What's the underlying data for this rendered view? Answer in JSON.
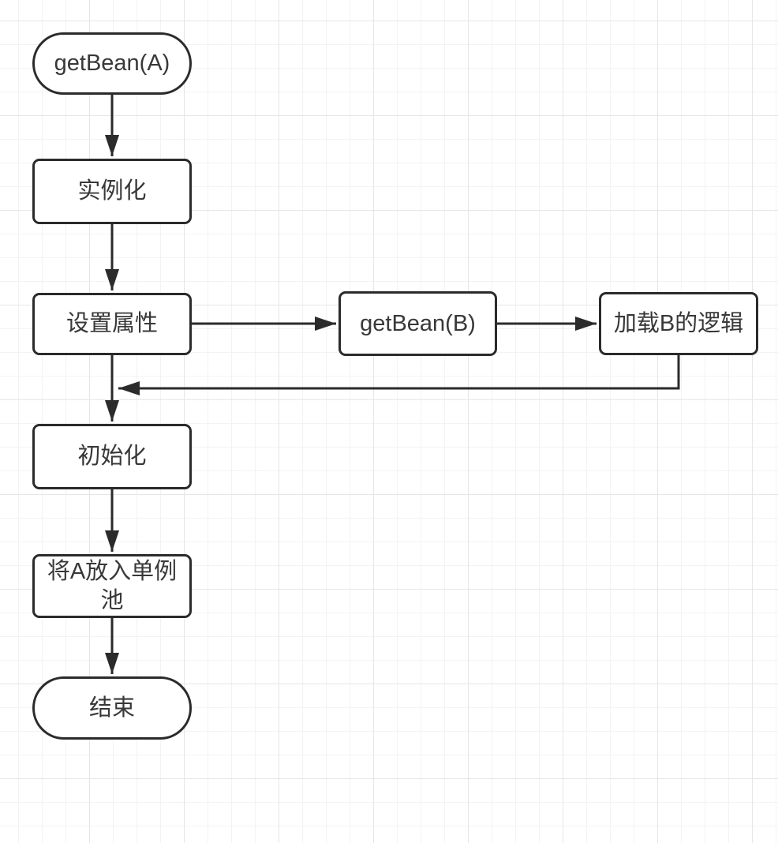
{
  "colors": {
    "background": "#ffffff",
    "grid_minor": "#f3f3f3",
    "grid_major": "#e6e6e6",
    "node_fill": "#ffffff",
    "node_border": "#2b2b2b",
    "text": "#383838",
    "edge": "#2b2b2b"
  },
  "diagram": {
    "type": "flowchart",
    "nodes": [
      {
        "id": "start",
        "label": "getBean(A)",
        "shape": "stadium"
      },
      {
        "id": "instantiate",
        "label": "实例化",
        "shape": "rect"
      },
      {
        "id": "set-properties",
        "label": "设置属性",
        "shape": "rect"
      },
      {
        "id": "getbean-b",
        "label": "getBean(B)",
        "shape": "rect"
      },
      {
        "id": "load-b-logic",
        "label": "加载B的逻辑",
        "shape": "rect"
      },
      {
        "id": "initialize",
        "label": "初始化",
        "shape": "rect"
      },
      {
        "id": "put-a-into-singleton-pool",
        "label": "将A放入单例池",
        "shape": "rect"
      },
      {
        "id": "end",
        "label": "结束",
        "shape": "stadium"
      }
    ],
    "edges": [
      {
        "from": "start",
        "to": "instantiate"
      },
      {
        "from": "instantiate",
        "to": "set-properties"
      },
      {
        "from": "set-properties",
        "to": "initialize"
      },
      {
        "from": "set-properties",
        "to": "getbean-b"
      },
      {
        "from": "getbean-b",
        "to": "load-b-logic"
      },
      {
        "from": "load-b-logic",
        "to": "initialize"
      },
      {
        "from": "initialize",
        "to": "put-a-into-singleton-pool"
      },
      {
        "from": "put-a-into-singleton-pool",
        "to": "end"
      }
    ]
  }
}
